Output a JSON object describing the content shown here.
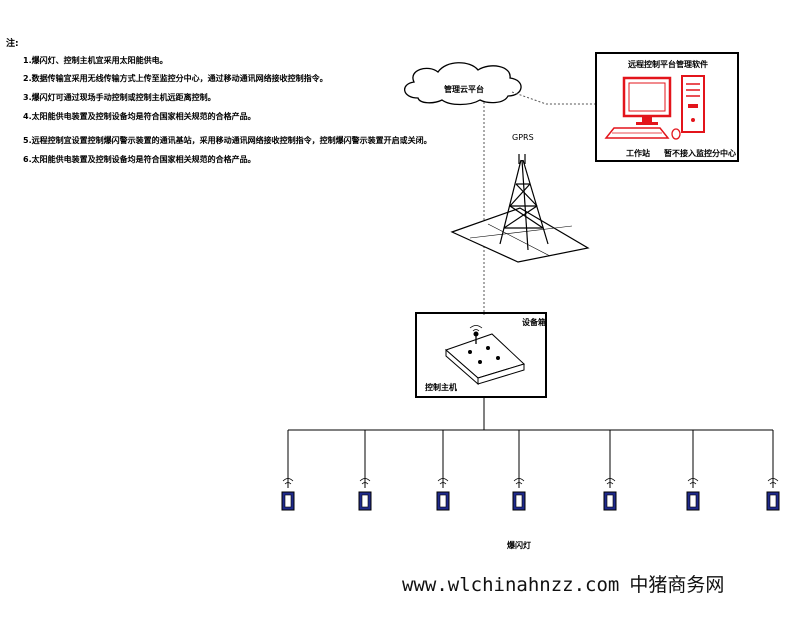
{
  "notes": {
    "title": "注:",
    "items": [
      "1.爆闪灯、控制主机宜采用太阳能供电。",
      "2.数据传输宜采用无线传输方式上传至监控分中心，通过移动通讯网络接收控制指令。",
      "3.爆闪灯可通过现场手动控制或控制主机远距离控制。",
      "4.太阳能供电装置及控制设备均是符合国家相关规范的合格产品。",
      "5.远程控制宜设置控制爆闪警示装置的通讯基站，采用移动通讯网络接收控制指令，控制爆闪警示装置开启或关闭。",
      "6.太阳能供电装置及控制设备均是符合国家相关规范的合格产品。"
    ]
  },
  "diagram": {
    "cloud_label": "管理云平台",
    "gprs_label": "GPRS",
    "remote_box_title": "远程控制平台管理软件",
    "workstation_label": "工作站",
    "subcenter_label": "暂不接入监控分中心",
    "equipment_box_title": "设备箱",
    "host_label": "控制主机",
    "lamp_label": "爆闪灯",
    "lamp_count": 7
  },
  "colors": {
    "monitor_red": "#e3141b",
    "lamp_blue": "#1f2a8c",
    "lamp_dark": "#000000"
  },
  "watermark": {
    "url": "www.wlchinahnzz.com",
    "site": "中猪商务网"
  }
}
